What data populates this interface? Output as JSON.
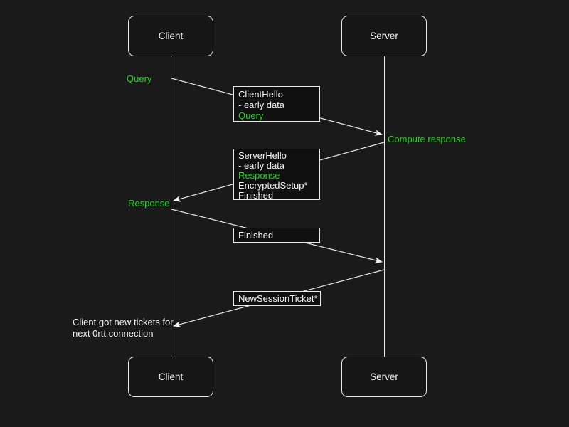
{
  "colors": {
    "background": "#1a1a1a",
    "border": "#e9e9e9",
    "text": "#f5f5f5",
    "accent_green": "#23d423"
  },
  "actors": {
    "top_left": "Client",
    "top_right": "Server",
    "bottom_left": "Client",
    "bottom_right": "Server"
  },
  "annotations": {
    "query": "Query",
    "compute_response": "Compute response",
    "response": "Response",
    "note_line1": "Client got new tickets for",
    "note_line2": "next 0rtt connection"
  },
  "messages": {
    "client_hello": {
      "lines": [
        "ClientHello",
        "- early data",
        "Query"
      ],
      "green_line_indexes": [
        2
      ],
      "from": "Client",
      "to": "Server"
    },
    "server_hello": {
      "lines": [
        "ServerHello",
        "- early data",
        "Response",
        "EncryptedSetup*",
        "Finished"
      ],
      "green_line_indexes": [
        2
      ],
      "from": "Server",
      "to": "Client"
    },
    "finished": {
      "lines": [
        "Finished"
      ],
      "green_line_indexes": [],
      "from": "Client",
      "to": "Server"
    },
    "new_session_ticket": {
      "lines": [
        "NewSessionTicket*"
      ],
      "green_line_indexes": [],
      "from": "Server",
      "to": "Client"
    }
  }
}
